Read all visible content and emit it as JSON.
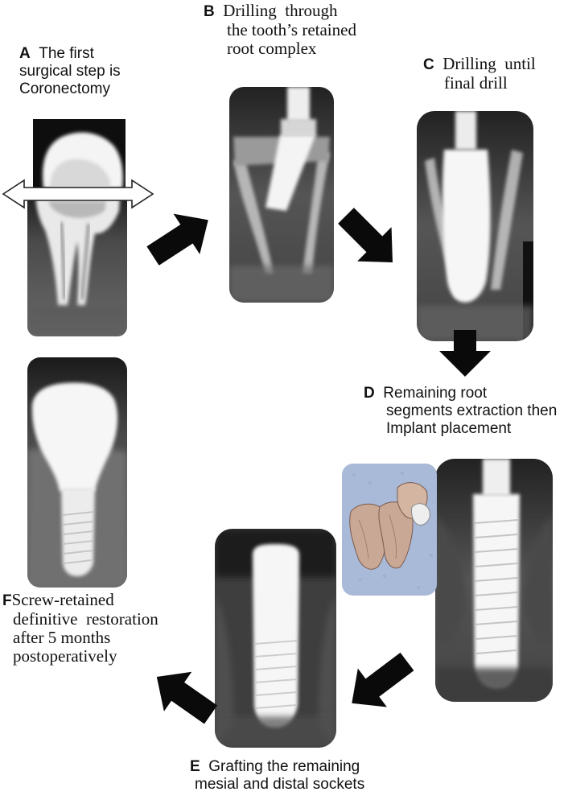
{
  "figure": {
    "steps": [
      {
        "letter": "A",
        "lines": [
          "The first",
          "surgical step is",
          "Coronectomy"
        ]
      },
      {
        "letter": "B",
        "lines": [
          "Drilling  through",
          "the tooth’s retained",
          "root complex"
        ]
      },
      {
        "letter": "C",
        "lines": [
          "Drilling  until",
          "final drill"
        ]
      },
      {
        "letter": "D",
        "lines": [
          "Remaining root",
          "segments extraction then",
          "Implant placement"
        ]
      },
      {
        "letter": "E",
        "lines": [
          "Grafting the remaining",
          "mesial and distal sockets"
        ]
      },
      {
        "letter": "F",
        "lines": [
          "Screw-retained",
          "definitive  restoration",
          "after 5 months",
          "postoperatively"
        ]
      }
    ],
    "colors": {
      "background": "#ffffff",
      "radiograph_dark": "#141414",
      "radiograph_bone": "#5e5e5e",
      "radiopaque": "#f2f2f2",
      "arrow": "#0a0a0a",
      "specimen_bg": "#a9b9d8",
      "specimen_root": "#c9a896"
    }
  }
}
